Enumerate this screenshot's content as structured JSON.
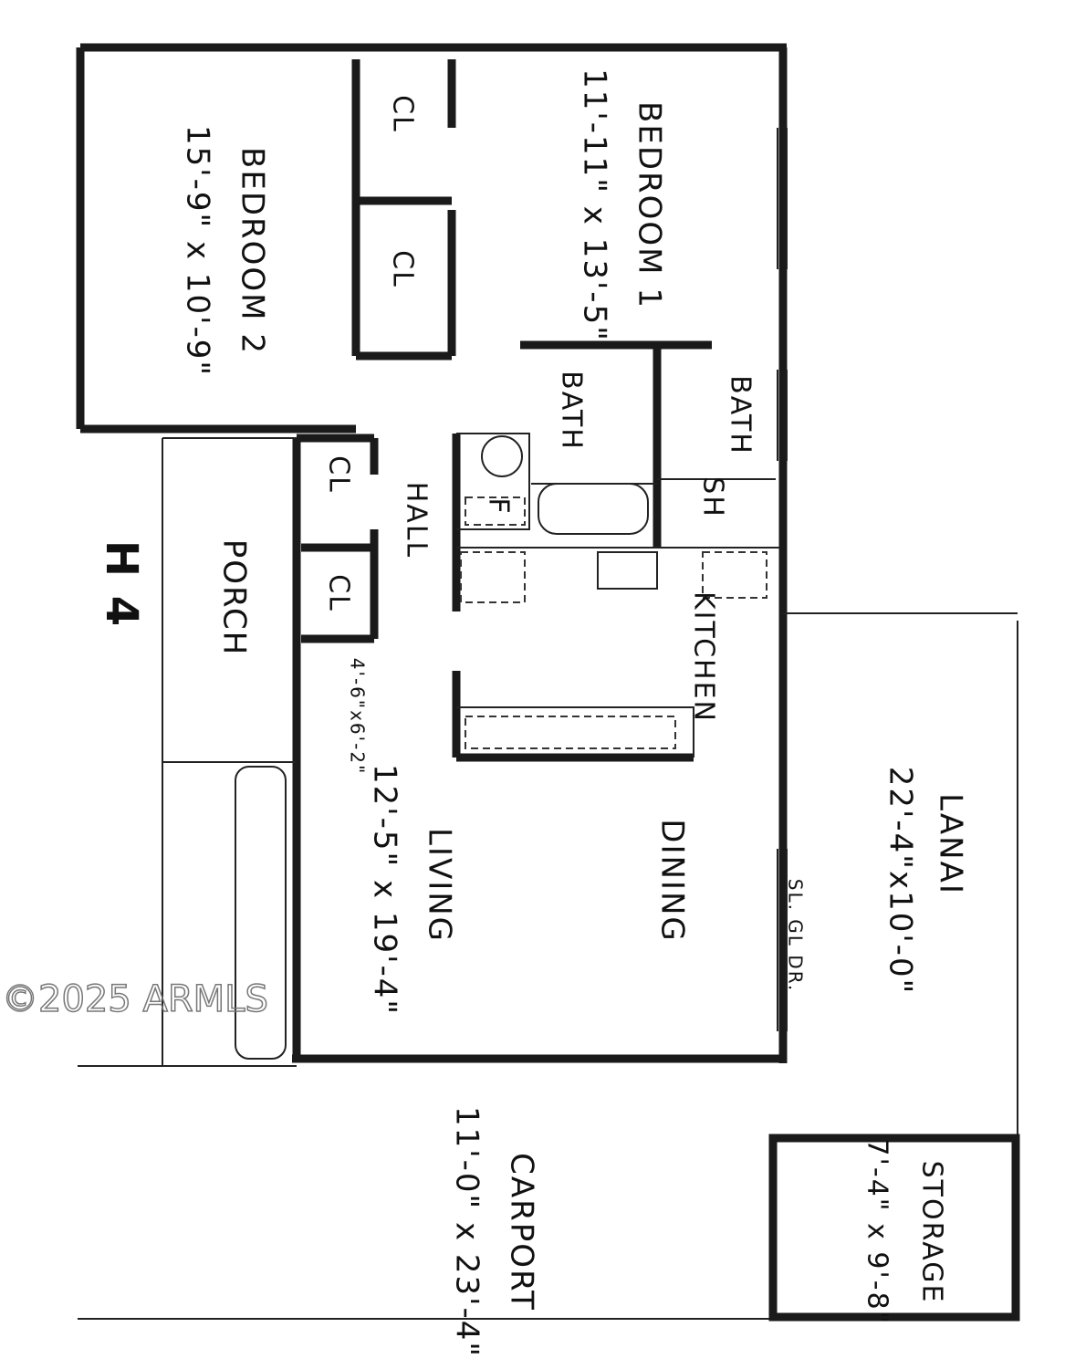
{
  "unit_label": "H 4",
  "watermark": "©2025 ARMLS",
  "rooms": {
    "bedroom2": {
      "name": "BEDROOM 2",
      "dims": "15'-9\" x 10'-9\""
    },
    "bedroom1": {
      "name": "BEDROOM 1",
      "dims": "11'-11\" x 13'-5\""
    },
    "closets": [
      "CL",
      "CL",
      "CL",
      "CL"
    ],
    "bath_left": "BATH",
    "bath_right": "BATH",
    "shower": "SH",
    "furnace": "F",
    "hall": "HALL",
    "kitchen": "KITCHEN",
    "porch": "PORCH",
    "closet_dims": "4'-6\"x6'-2\"",
    "living": {
      "name": "LIVING",
      "dims": "12'-5\" x 19'-4\""
    },
    "dining": "DINING",
    "door_note": "SL. GL DR.",
    "lanai": {
      "name": "LANAI",
      "dims": "22'-4\"x10'-0\""
    },
    "carport": {
      "name": "CARPORT",
      "dims": "11'-0\" x 23'-4\""
    },
    "storage": {
      "name": "STORAGE",
      "dims": "7'-4\" x 9'-8\""
    }
  }
}
